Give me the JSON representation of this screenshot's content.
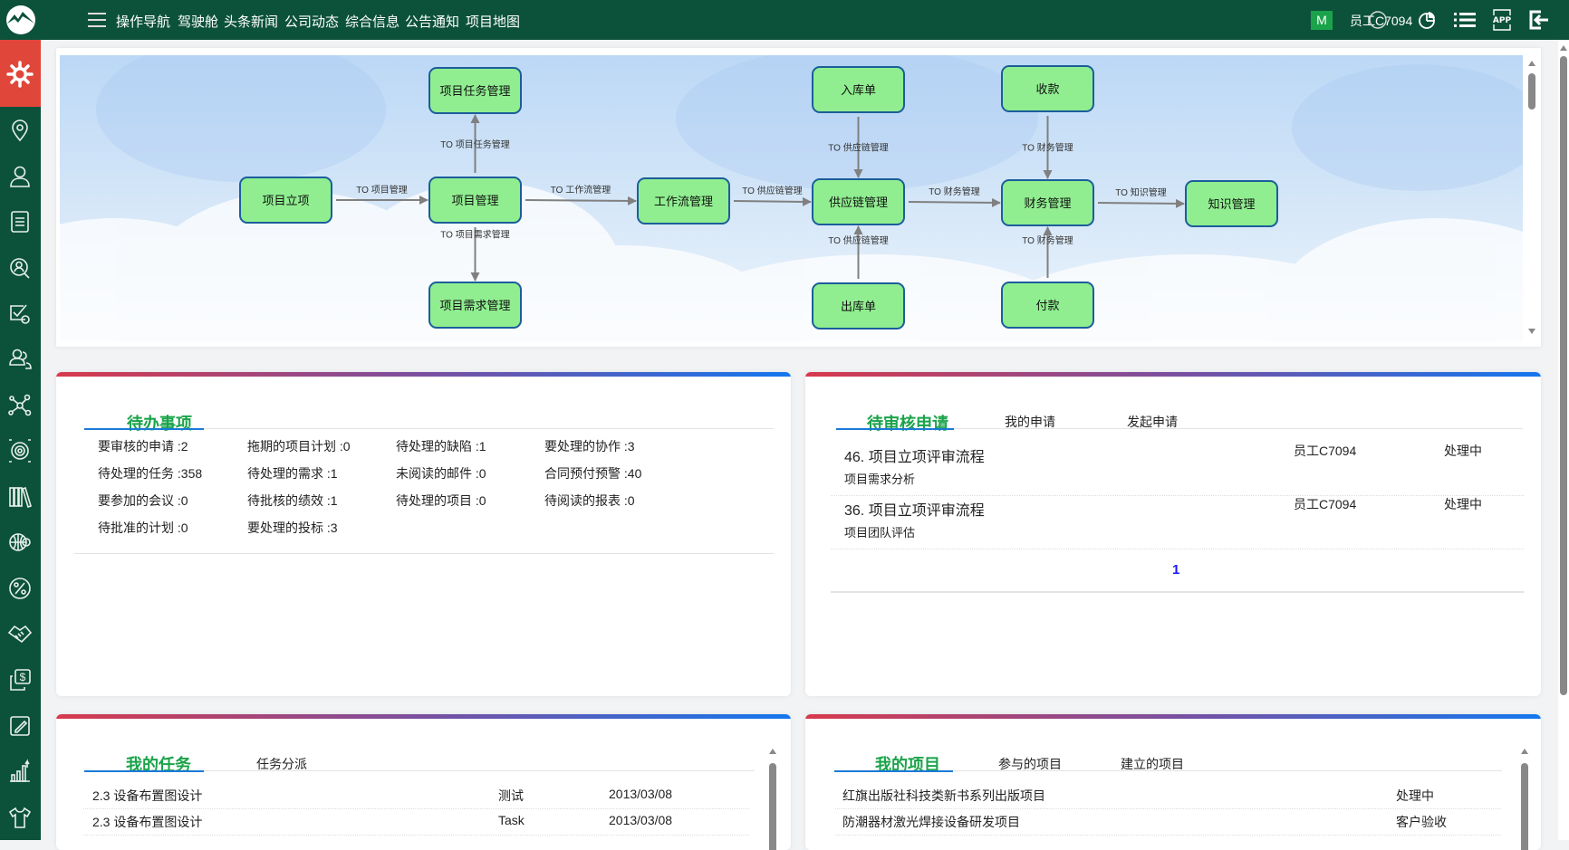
{
  "header": {
    "logo": "mountain-logo",
    "nav": [
      "操作导航",
      "驾驶舱",
      "头条新闻",
      "公司动态",
      "综合信息",
      "公告通知",
      "项目地图"
    ],
    "badge": "M",
    "user": "员工C7094",
    "icons": [
      "pie-chart-icon",
      "list-icon",
      "app-icon",
      "logout-icon"
    ]
  },
  "sidebar": {
    "active_icon": "gear-icon",
    "icons": [
      "location-icon",
      "user-icon",
      "document-icon",
      "user-search-icon",
      "checklist-icon",
      "users-icon",
      "network-icon",
      "target-icon",
      "books-icon",
      "globe-gear-icon",
      "percent-icon",
      "handshake-icon",
      "dollar-card-icon",
      "edit-icon",
      "bar-chart-icon",
      "shirt-icon"
    ]
  },
  "flow": {
    "nodes": [
      {
        "id": "lixiang",
        "label": "项目立项"
      },
      {
        "id": "renwu",
        "label": "项目任务管理"
      },
      {
        "id": "xiangmu",
        "label": "项目管理"
      },
      {
        "id": "xuqiu",
        "label": "项目需求管理"
      },
      {
        "id": "gongzuoliu",
        "label": "工作流管理"
      },
      {
        "id": "ruku",
        "label": "入库单"
      },
      {
        "id": "gongying",
        "label": "供应链管理"
      },
      {
        "id": "chuku",
        "label": "出库单"
      },
      {
        "id": "shoukuan",
        "label": "收款"
      },
      {
        "id": "caiwu",
        "label": "财务管理"
      },
      {
        "id": "fukuan",
        "label": "付款"
      },
      {
        "id": "zhishi",
        "label": "知识管理"
      }
    ],
    "edges": [
      {
        "from": "lixiang",
        "to": "xiangmu",
        "label": "TO 项目管理"
      },
      {
        "from": "xiangmu",
        "to": "renwu",
        "label": "TO 项目任务管理"
      },
      {
        "from": "xiangmu",
        "to": "xuqiu",
        "label": "TO 项目需求管理"
      },
      {
        "from": "xiangmu",
        "to": "gongzuoliu",
        "label": "TO 工作流管理"
      },
      {
        "from": "gongzuoliu",
        "to": "gongying",
        "label": "TO 供应链管理"
      },
      {
        "from": "ruku",
        "to": "gongying",
        "label": "TO 供应链管理"
      },
      {
        "from": "chuku",
        "to": "gongying",
        "label": "TO 供应链管理"
      },
      {
        "from": "gongying",
        "to": "caiwu",
        "label": "TO 财务管理"
      },
      {
        "from": "shoukuan",
        "to": "caiwu",
        "label": "TO 财务管理"
      },
      {
        "from": "fukuan",
        "to": "caiwu",
        "label": "TO 财务管理"
      },
      {
        "from": "caiwu",
        "to": "zhishi",
        "label": "TO 知识管理"
      }
    ],
    "colors": {
      "node_fill": "#90ee90",
      "node_stroke": "#1b5e9a",
      "edge": "#808080"
    }
  },
  "todo": {
    "title": "待办事项",
    "items": [
      "要审核的申请 :2",
      "拖期的项目计划 :0",
      "待处理的缺陷 :1",
      "要处理的协作 :3",
      "待处理的任务 :358",
      "待处理的需求 :1",
      "未阅读的邮件 :0",
      "合同预付预警 :40",
      "要参加的会议 :0",
      "待批核的绩效 :1",
      "待处理的项目 :0",
      "待阅读的报表 :0",
      "待批准的计划 :0",
      "要处理的投标 :3"
    ]
  },
  "approval": {
    "tabs": [
      "待审核申请",
      "我的申请",
      "发起申请"
    ],
    "rows": [
      {
        "title": "46. 项目立项评审流程",
        "sub": "项目需求分析",
        "user": "员工C7094",
        "status": "处理中"
      },
      {
        "title": "36. 项目立项评审流程",
        "sub": "项目团队评估",
        "user": "员工C7094",
        "status": "处理中"
      }
    ],
    "page": "1"
  },
  "tasks": {
    "tabs": [
      "我的任务",
      "任务分派"
    ],
    "rows": [
      {
        "name": "2.3 设备布置图设计",
        "type": "测试",
        "date": "2013/03/08"
      },
      {
        "name": "2.3 设备布置图设计",
        "type": "Task",
        "date": "2013/03/08"
      }
    ]
  },
  "projects": {
    "tabs": [
      "我的项目",
      "参与的项目",
      "建立的项目"
    ],
    "rows": [
      {
        "name": "红旗出版社科技类新书系列出版项目",
        "status": "处理中"
      },
      {
        "name": "防潮器材激光焊接设备研发项目",
        "status": "客户验收"
      }
    ]
  },
  "colors": {
    "header": "#0c523a",
    "active": "#e0463a",
    "tab_active": "#1aa34a",
    "underline": "#1a7ad6",
    "page_link": "#1a1aff"
  }
}
